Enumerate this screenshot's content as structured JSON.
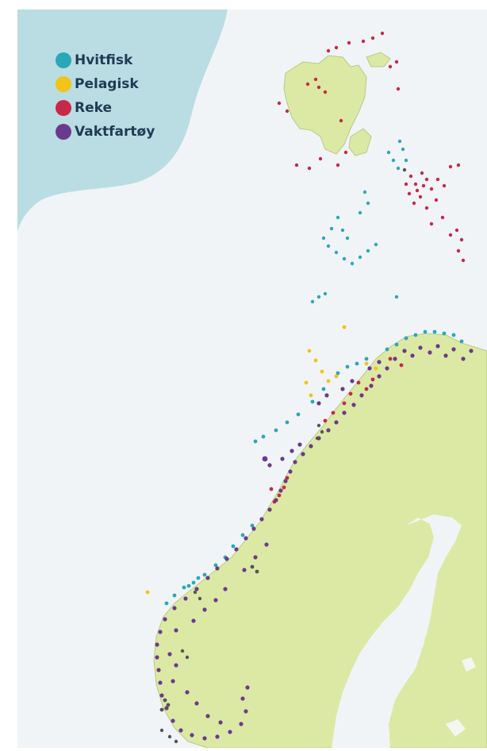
{
  "legend": {
    "items": [
      {
        "label": "Hvitfisk",
        "color": "#2aa8b8"
      },
      {
        "label": "Pelagisk",
        "color": "#f2c318"
      },
      {
        "label": "Reke",
        "color": "#c8284a"
      },
      {
        "label": "Vaktfartøy",
        "color": "#6b3a8c"
      }
    ]
  },
  "colors": {
    "ocean_arctic": "#b9dde2",
    "ocean": "#f1f4f6",
    "land": "#dce9a4",
    "land_border": "#b8c98a",
    "lake": "#f4f6f2",
    "other_vessel": "#555555"
  }
}
